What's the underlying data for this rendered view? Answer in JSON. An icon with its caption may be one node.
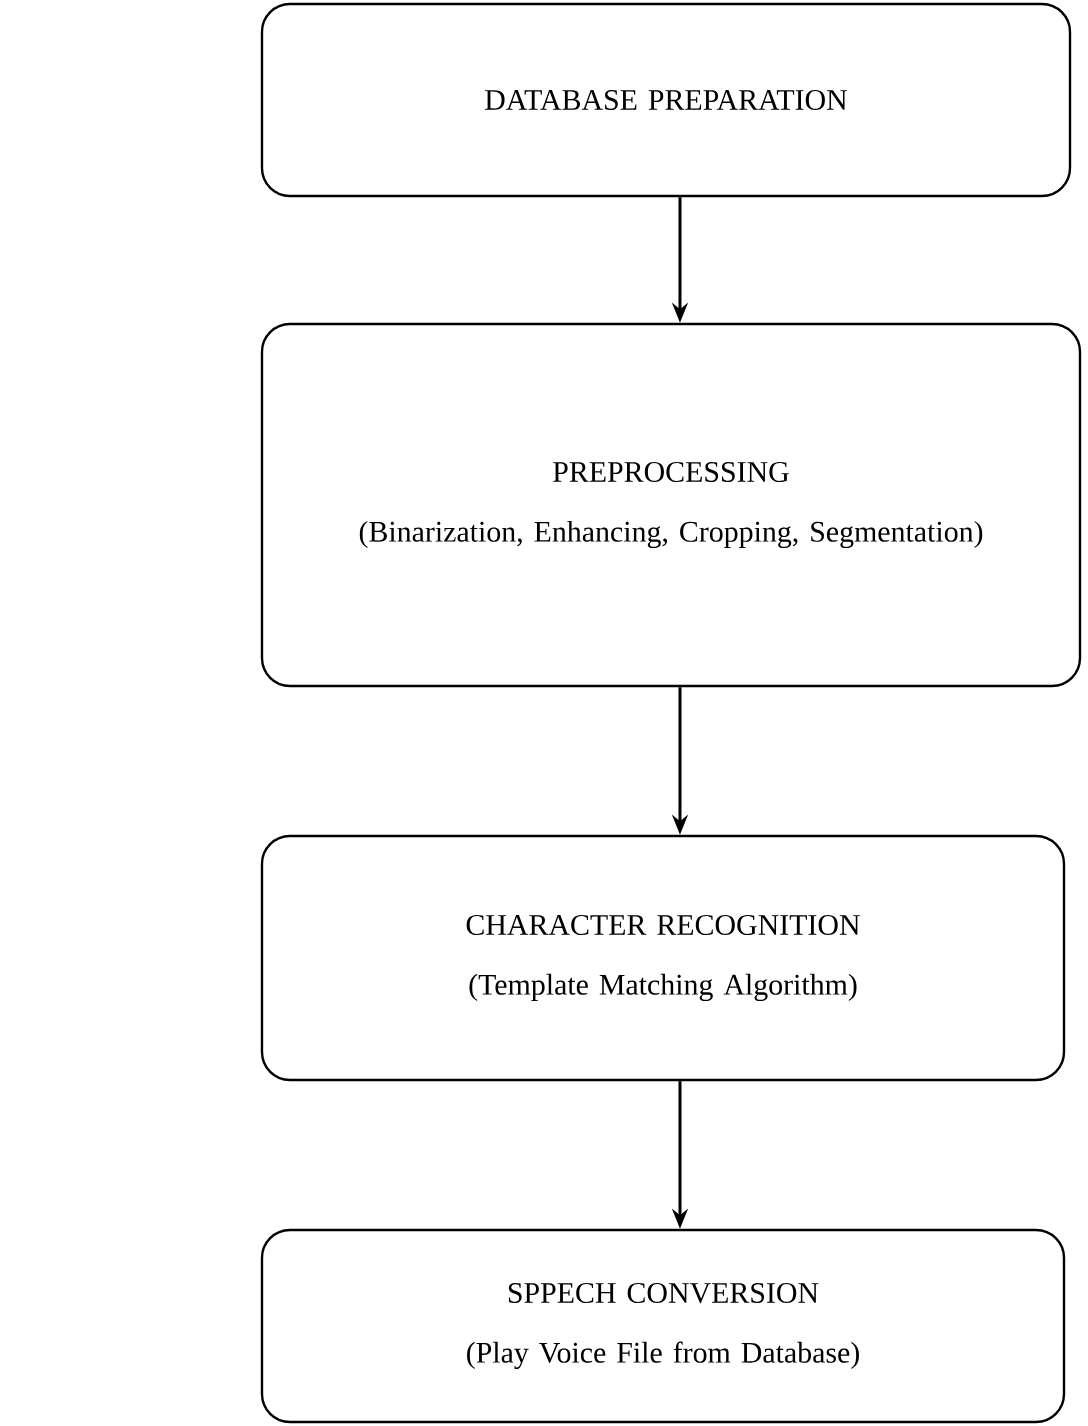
{
  "diagram": {
    "nodes": [
      {
        "text": [
          "DATABASE PREPARATION"
        ]
      },
      {
        "text": [
          "PREPROCESSING",
          "(Binarization, Enhancing, Cropping, Segmentation)"
        ]
      },
      {
        "text": [
          "CHARACTER RECOGNITION",
          "(Template Matching Algorithm)"
        ]
      },
      {
        "text": [
          "SPPECH CONVERSION",
          "(Play Voice File from Database)"
        ]
      }
    ],
    "edges": [
      {
        "from": 0,
        "to": 1,
        "arrow": "to"
      },
      {
        "from": 1,
        "to": 2,
        "arrow": "to"
      },
      {
        "from": 2,
        "to": 3,
        "arrow": "to"
      }
    ]
  }
}
